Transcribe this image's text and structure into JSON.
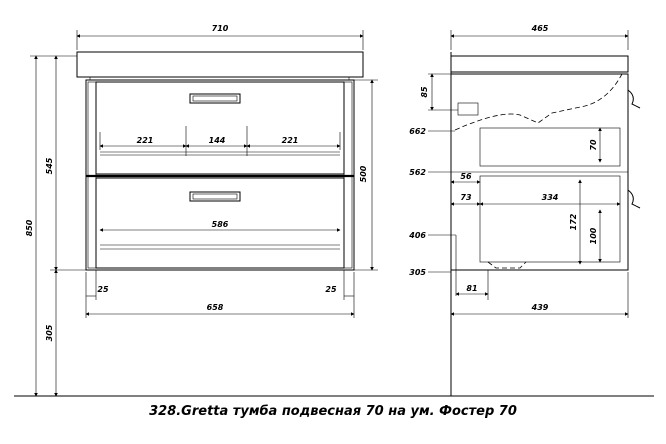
{
  "front": {
    "dim_width_top": "710",
    "dim_height_total": "545",
    "dim_height_floor": "850",
    "dim_height_bottom": "305",
    "dim_right_height": "500",
    "dim_section_left": "221",
    "dim_section_mid": "144",
    "dim_section_right": "221",
    "dim_inner_width": "586",
    "dim_margin_left": "25",
    "dim_margin_right": "25",
    "dim_body_width": "658"
  },
  "side": {
    "dim_depth_top": "465",
    "dim_85": "85",
    "dim_662": "662",
    "dim_562": "562",
    "dim_406": "406",
    "dim_305": "305",
    "dim_56": "56",
    "dim_73": "73",
    "dim_334": "334",
    "dim_70": "70",
    "dim_172": "172",
    "dim_100": "100",
    "dim_81": "81",
    "dim_depth_bottom": "439"
  },
  "caption": "328.Gretta тумба подвесная 70 на ум. Фостер 70"
}
